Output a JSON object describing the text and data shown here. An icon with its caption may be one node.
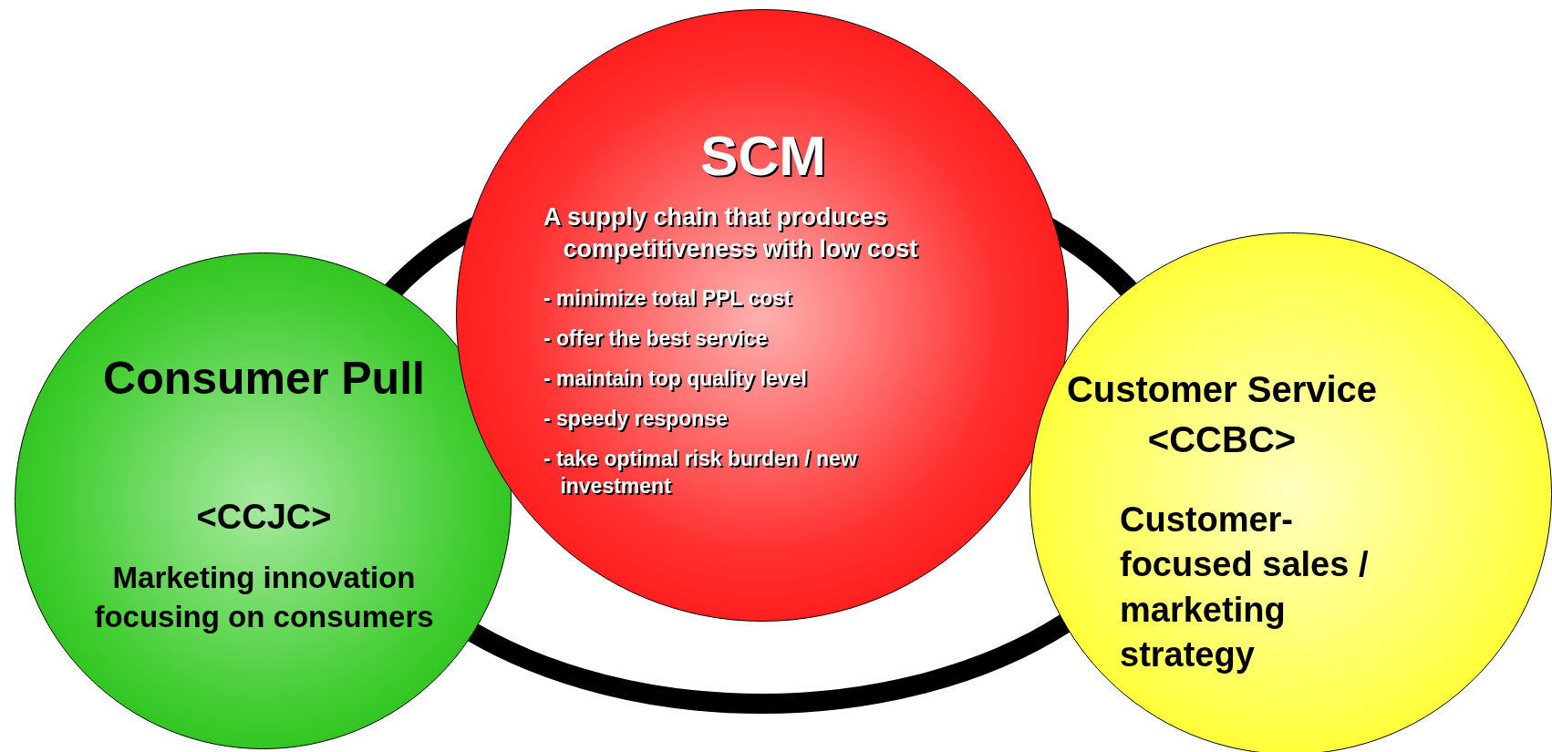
{
  "diagram": {
    "nodes": [
      {
        "text": [
          "SCM",
          "A supply chain that produces competitiveness with low cost",
          "- minimize total PPL cost",
          "- offer the best service",
          "- maintain top quality level",
          "- speedy response",
          "- take optimal risk burden / new investment"
        ]
      },
      {
        "text": [
          "Consumer Pull",
          "<CCJC>",
          "Marketing innovation focusing on consumers"
        ]
      },
      {
        "text": [
          "Customer Service",
          "<CCBC>",
          "Customer-focused sales / marketing strategy"
        ]
      }
    ],
    "edges": []
  }
}
